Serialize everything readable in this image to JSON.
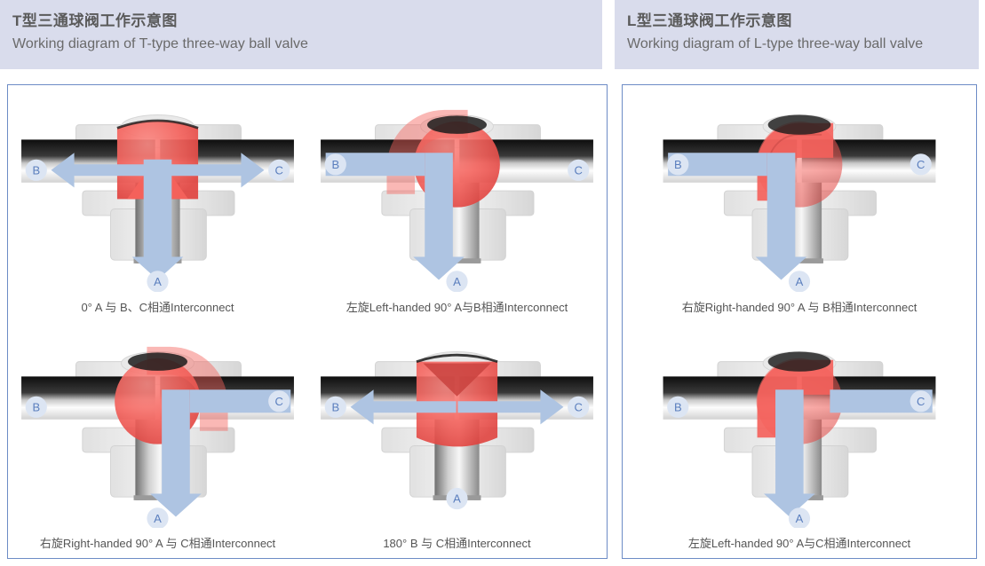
{
  "panels": [
    {
      "id": "t-type",
      "title_cn": "T型三通球阀工作示意图",
      "title_en": "Working diagram of T-type three-way ball valve",
      "diagrams": [
        {
          "id": "t-0deg",
          "caption": "0°  A 与 B、C相通Interconnect",
          "valve_type": "T",
          "rotation_deg": 0,
          "ports": {
            "left": "B",
            "right": "C",
            "bottom": "A"
          },
          "flow_shape": "tee",
          "arrows": [
            {
              "port": "B",
              "direction": "out-left"
            },
            {
              "port": "C",
              "direction": "out-right"
            },
            {
              "port": "A",
              "direction": "out-down"
            }
          ],
          "labels_shown": [
            "B",
            "C",
            "A"
          ]
        },
        {
          "id": "t-left90",
          "caption": "左旋Left-handed 90°   A与B相通Interconnect",
          "valve_type": "T",
          "rotation_deg": 90,
          "ports": {
            "left": "B",
            "right": "C",
            "bottom": "A"
          },
          "flow_shape": "elbow-left-down",
          "arrows": [
            {
              "port": "B",
              "direction": "in-right"
            },
            {
              "port": "A",
              "direction": "out-down"
            }
          ],
          "labels_shown": [
            "B",
            "C",
            "A"
          ]
        },
        {
          "id": "t-right90",
          "caption": "右旋Right-handed 90°   A 与 C相通Interconnect",
          "valve_type": "T",
          "rotation_deg": -90,
          "ports": {
            "left": "B",
            "right": "C",
            "bottom": "A"
          },
          "flow_shape": "elbow-right-down",
          "arrows": [
            {
              "port": "C",
              "direction": "in-left"
            },
            {
              "port": "A",
              "direction": "out-down"
            }
          ],
          "labels_shown": [
            "B",
            "C",
            "A"
          ]
        },
        {
          "id": "t-180",
          "caption": "180°   B 与 C相通Interconnect",
          "valve_type": "T",
          "rotation_deg": 180,
          "ports": {
            "left": "B",
            "right": "C",
            "bottom": "A"
          },
          "flow_shape": "straight-horizontal",
          "arrows": [
            {
              "port": "B",
              "direction": "out-left"
            },
            {
              "port": "C",
              "direction": "out-right"
            }
          ],
          "labels_shown": [
            "B",
            "C",
            "A"
          ]
        }
      ]
    },
    {
      "id": "l-type",
      "title_cn": "L型三通球阀工作示意图",
      "title_en": "Working diagram of L-type three-way ball valve",
      "diagrams": [
        {
          "id": "l-right90",
          "caption": "右旋Right-handed 90°   A 与 B相通Interconnect",
          "valve_type": "L",
          "rotation_deg": -90,
          "ports": {
            "left": "B",
            "right": "C",
            "bottom": "A"
          },
          "flow_shape": "elbow-left-down",
          "arrows": [
            {
              "port": "B",
              "direction": "in-right"
            },
            {
              "port": "A",
              "direction": "out-down"
            }
          ],
          "labels_shown": [
            "B",
            "C",
            "A"
          ]
        },
        {
          "id": "l-left90",
          "caption": "左旋Left-handed 90°   A与C相通Interconnect",
          "valve_type": "L",
          "rotation_deg": 90,
          "ports": {
            "left": "B",
            "right": "C",
            "bottom": "A"
          },
          "flow_shape": "elbow-right-down",
          "arrows": [
            {
              "port": "C",
              "direction": "in-left"
            },
            {
              "port": "A",
              "direction": "out-down"
            }
          ],
          "labels_shown": [
            "B",
            "C",
            "A"
          ]
        }
      ]
    }
  ],
  "colors": {
    "header_band": "#d9dcec",
    "frame_border": "#6d8cc6",
    "flow_red": "#f4625c",
    "arrow_blue": "#aec4e2",
    "label_blue": "#5b7fbe",
    "label_circle": "#dce5f3",
    "text_gray": "#5a5a5a"
  }
}
